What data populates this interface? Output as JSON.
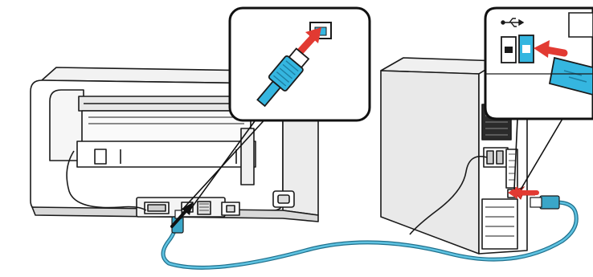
{
  "figure": {
    "type": "instructional-illustration",
    "subject": "usb-cable-printer-to-computer",
    "colors": {
      "background": "#ffffff",
      "outline": "#1a1a1a",
      "cable": "#3aa6c8",
      "cable_dark": "#1f6f8b",
      "connector": "#35b6e0",
      "arrow": "#e23a32",
      "device_fill": "#ffffff",
      "device_shade": "#e6e6e6",
      "callout_stroke": "#111111"
    },
    "icons": {
      "usb_symbol": "usb-icon",
      "insert_arrow": "red-arrow-icon",
      "pointer_arrow": "black-arrow-icon"
    },
    "callouts": [
      {
        "name": "printer-port-callout",
        "shows": "usb-b-connector-insertion"
      },
      {
        "name": "computer-port-callout",
        "shows": "usb-a-connector-insertion"
      }
    ],
    "text_labels": []
  }
}
